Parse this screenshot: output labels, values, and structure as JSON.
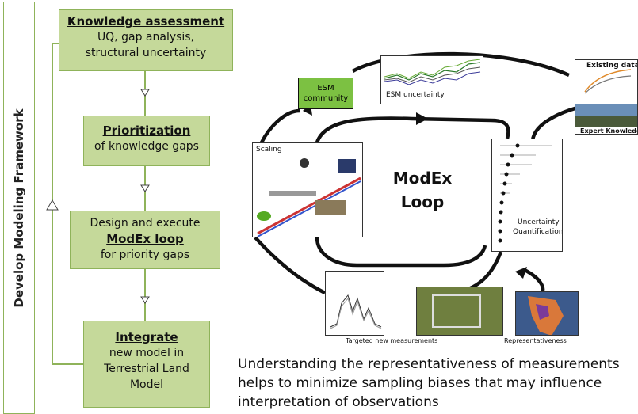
{
  "framework_label": "Develop Modeling Framework",
  "steps": [
    {
      "title": "Knowledge assessment",
      "body_lines": [
        "UQ, gap analysis,",
        "structural uncertainty"
      ]
    },
    {
      "title": "Prioritization",
      "body_lines": [
        "of knowledge gaps"
      ]
    },
    {
      "pre": "Design and execute",
      "title": "ModEx loop",
      "body_lines": [
        "for priority gaps"
      ]
    },
    {
      "title": "Integrate",
      "body_lines": [
        "new model in",
        "Terrestrial Land",
        "Model"
      ]
    }
  ],
  "loop": {
    "title_line1": "ModEx",
    "title_line2": "Loop",
    "esm_community": "ESM community",
    "esm_uncertainty": "ESM uncertainty",
    "existing_data": "Existing data",
    "expert_knowledge": "Expert Knowledge",
    "uncertainty_quantification_1": "Uncertainty",
    "uncertainty_quantification_2": "Quantification",
    "scaling": "Scaling",
    "targeted_measurements": "Targeted new measurements",
    "representativeness": "Representativeness"
  },
  "colors": {
    "box_fill": "#c5d99a",
    "box_border": "#8fb35a",
    "esm_fill": "#7cc142"
  },
  "caption": "Understanding the representativeness of measurements helps to minimize sampling biases that may influence interpretation of observations"
}
